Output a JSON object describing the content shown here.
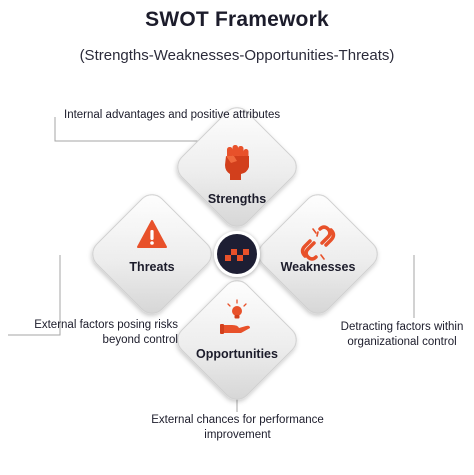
{
  "title": "SWOT Framework",
  "subtitle": "(Strengths-Weaknesses-Opportunities-Threats)",
  "quadrants": {
    "strengths": {
      "label": "Strengths",
      "icon": "raised-fist-icon",
      "description": "Internal advantages and positive attributes"
    },
    "weaknesses": {
      "label": "Weaknesses",
      "icon": "broken-chain-icon",
      "description": "Detracting factors within organizational control"
    },
    "opportunities": {
      "label": "Opportunities",
      "icon": "lightbulb-hand-icon",
      "description": "External chances for performance improvement"
    },
    "threats": {
      "label": "Threats",
      "icon": "warning-triangle-icon",
      "description": "External factors posing risks beyond control"
    }
  },
  "center_logo": "logo-icon",
  "colors": {
    "accent": "#e8512a",
    "accent_dark": "#d23f1c",
    "logo_bg": "#1d1e33",
    "text": "#1c1c2b",
    "connector": "#a6a6a6",
    "tile_light": "#f5f5f5",
    "tile_dark": "#d9d9d9"
  }
}
